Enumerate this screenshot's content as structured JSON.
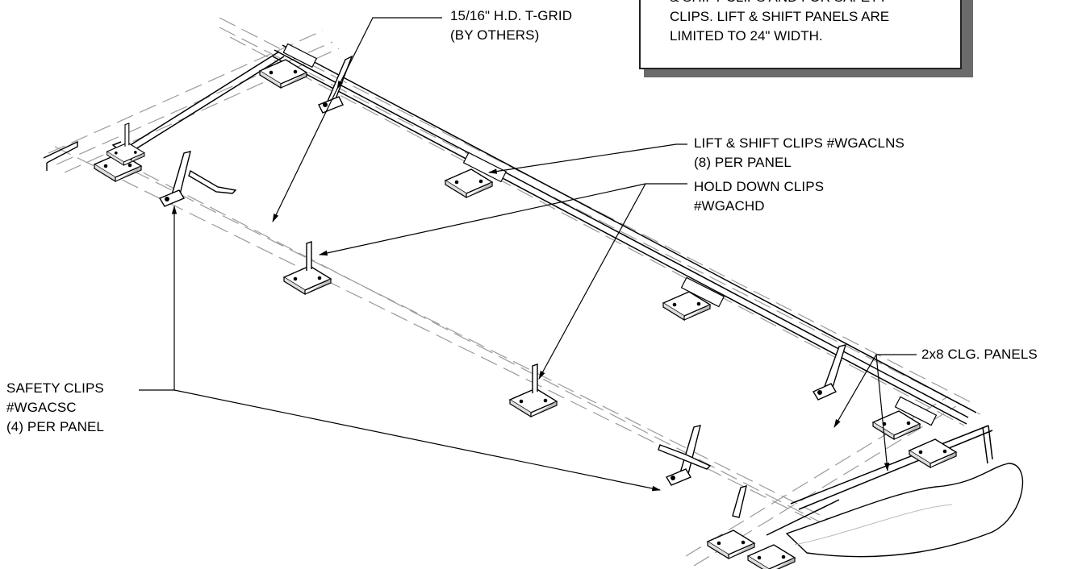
{
  "labels": {
    "tgrid": [
      "15/16\" H.D. T-GRID",
      "(BY OTHERS)"
    ],
    "lift_shift": [
      "LIFT & SHIFT CLIPS #WGACLNS",
      "(8) PER PANEL"
    ],
    "hold_down": [
      "HOLD DOWN CLIPS",
      "#WGACHD"
    ],
    "safety": [
      "SAFETY CLIPS",
      "#WGACSC",
      "(4) PER PANEL"
    ],
    "panels": "2x8 CLG. PANELS"
  },
  "note": {
    "lines": [
      "& SHIFT CLIPS AND FOR SAFETY",
      "CLIPS. LIFT & SHIFT PANELS ARE",
      "LIMITED TO 24\" WIDTH."
    ]
  },
  "colors": {
    "line": "#000000",
    "dash": "#9a9a9a",
    "shadow": "#6b6b6b"
  }
}
